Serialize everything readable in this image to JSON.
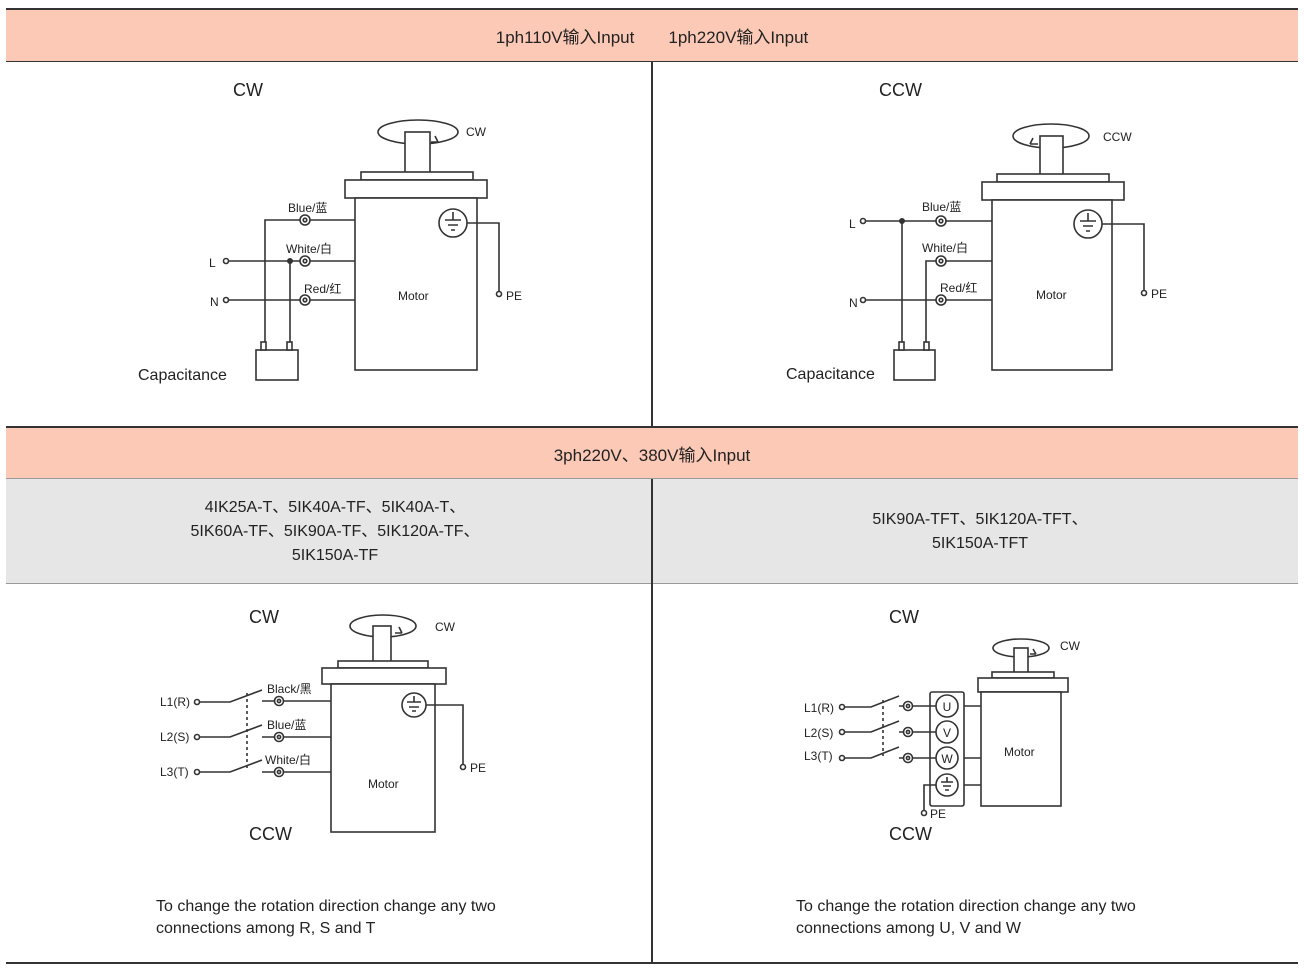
{
  "single_phase": {
    "header": "1ph110V输入Input　　1ph220V输入Input",
    "cw_panel": {
      "direction": "CW",
      "rotation_label": "CW",
      "wire_blue": "Blue/蓝",
      "wire_white": "White/白",
      "wire_red": "Red/红",
      "terminal_l": "L",
      "terminal_n": "N",
      "motor": "Motor",
      "pe": "PE",
      "capacitance": "Capacitance"
    },
    "ccw_panel": {
      "direction": "CCW",
      "rotation_label": "CCW",
      "wire_blue": "Blue/蓝",
      "wire_white": "White/白",
      "wire_red": "Red/红",
      "terminal_l": "L",
      "terminal_n": "N",
      "motor": "Motor",
      "pe": "PE",
      "capacitance": "Capacitance"
    }
  },
  "three_phase": {
    "header": "3ph220V、380V输入Input",
    "left_models": [
      "4IK25A-T、5IK40A-TF、5IK40A-T、",
      "5IK60A-TF、5IK90A-TF、5IK120A-TF、",
      "5IK150A-TF"
    ],
    "right_models": [
      "5IK90A-TFT、5IK120A-TFT、",
      "5IK150A-TFT"
    ],
    "left_panel": {
      "direction_top": "CW",
      "direction_bottom": "CCW",
      "rotation_label": "CW",
      "l1": "L1(R)",
      "l2": "L2(S)",
      "l3": "L3(T)",
      "wire_black": "Black/黑",
      "wire_blue": "Blue/蓝",
      "wire_white": "White/白",
      "motor": "Motor",
      "pe": "PE",
      "note_line1": "To change the rotation direction change any two",
      "note_line2": "connections among R, S and T"
    },
    "right_panel": {
      "direction_top": "CW",
      "direction_bottom": "CCW",
      "rotation_label": "CW",
      "l1": "L1(R)",
      "l2": "L2(S)",
      "l3": "L3(T)",
      "term_u": "U",
      "term_v": "V",
      "term_w": "W",
      "motor": "Motor",
      "pe": "PE",
      "note_line1": "To change the rotation direction change any two",
      "note_line2": "connections among U, V and W"
    }
  }
}
